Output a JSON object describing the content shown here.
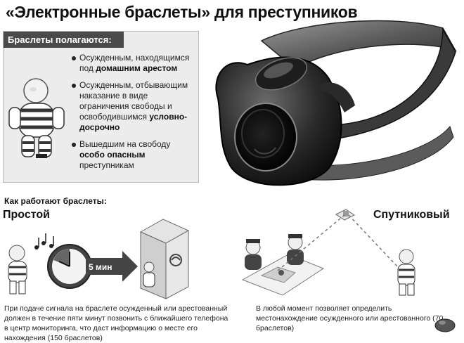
{
  "title": "«Электронные браслеты» для преступников",
  "box": {
    "header": "Браслеты полагаются:",
    "items": [
      {
        "pre": "Осужденным, находящимся под ",
        "bold": "домашним арестом",
        "post": ""
      },
      {
        "pre": "Осужденным, отбывающим наказание в виде ограничения свободы и освободившимся ",
        "bold": "условно-досрочно",
        "post": ""
      },
      {
        "pre": "Вышедшим на свободу ",
        "bold": "особо опасным",
        "post": " преступникам"
      }
    ]
  },
  "how": {
    "title": "Как работают браслеты:",
    "simple_label": "Простой",
    "satellite_label": "Спутниковый",
    "timer_label": "5 мин",
    "caption_simple": "При подаче сигнала на браслете осужденный или арестованный должен в течение пяти минут позвонить с ближайшего телефона в центр мониторинга, что даст информацию о месте его нахождения (150 браслетов)",
    "caption_satellite": "В любой момент позволяет определить местонахождение осужденного или арестованного (70 браслетов)"
  },
  "icons": [
    "prisoner-figure-icon",
    "bracelet-device-icon",
    "clock-icon",
    "music-notes-icon",
    "phone-booth-icon",
    "police-officer-icon",
    "map-icon",
    "satellite-icon",
    "mouse-icon"
  ]
}
